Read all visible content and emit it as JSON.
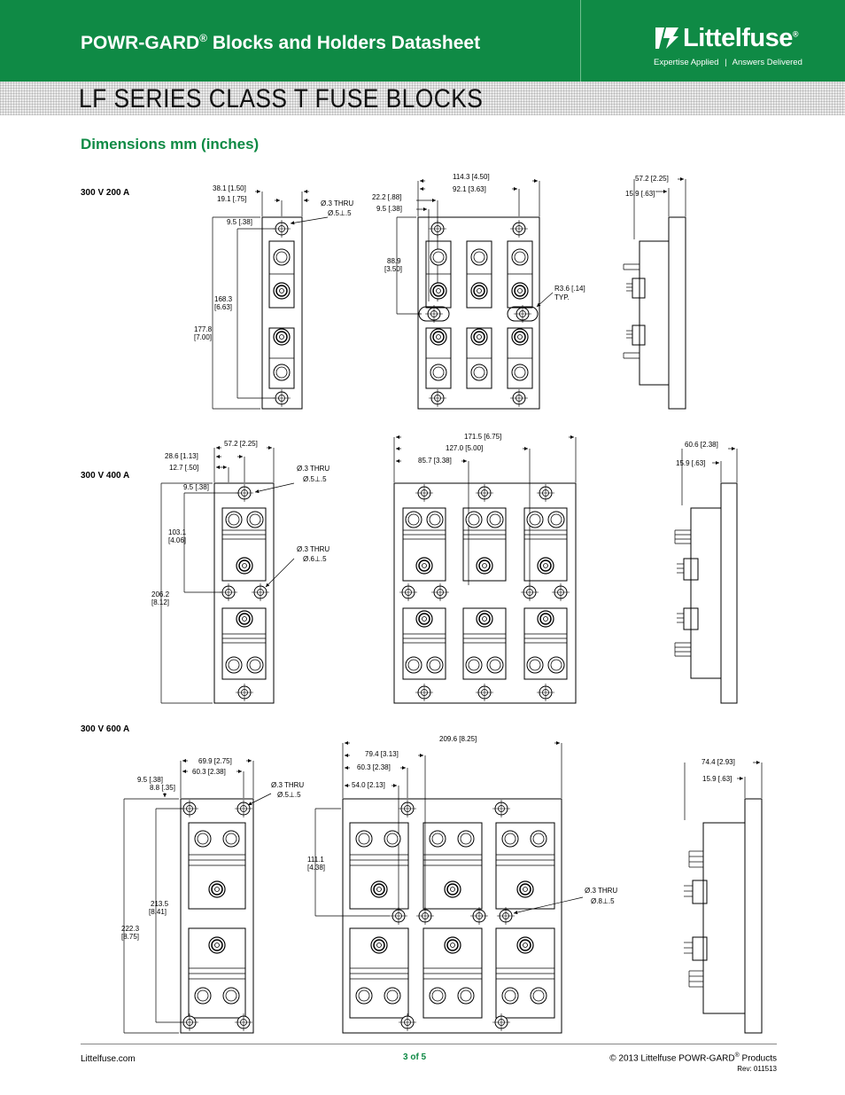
{
  "header": {
    "title": "POWR-GARD",
    "title_reg": "®",
    "title_rest": " Blocks and Holders Datasheet",
    "logo_name": "Littelfuse",
    "logo_reg": "®",
    "tagline_1": "Expertise Applied",
    "tagline_sep": "|",
    "tagline_2": "Answers Delivered"
  },
  "page_title": "LF SERIES CLASS T FUSE BLOCKS",
  "section_title": "Dimensions mm (inches)",
  "ratings": {
    "r200": "300 V 200 A",
    "r400": "300 V 400 A",
    "r600": "300 V 600 A"
  },
  "dims200": {
    "w_total": "38.1 [1.50]",
    "w_half": "19.1 [.75]",
    "edge": "9.5 [.38]",
    "h_holes_a": "168.3",
    "h_holes_b": "[6.63]",
    "h_total_a": "177.8",
    "h_total_b": "[7.00]",
    "thru_a": "Ø.3 THRU",
    "thru_b": "Ø.5",
    "thru_c": ".5",
    "w3_total": "114.3 [4.50]",
    "w3_inner": "92.1 [3.63]",
    "w3_a": "22.2 [.88]",
    "w3_b": "9.5 [.38]",
    "h3_a": "88.9",
    "h3_b": "[3.50]",
    "radius_a": "R3.6 [.14]",
    "radius_b": "TYP.",
    "side_w": "57.2 [2.25]",
    "side_t": "15.9 [.63]"
  },
  "dims400": {
    "w_total": "57.2 [2.25]",
    "w_half": "28.6 [1.13]",
    "w_q": "12.7 [.50]",
    "edge": "9.5 [.38]",
    "h_mid_a": "103.1",
    "h_mid_b": "[4.06]",
    "h_total_a": "206.2",
    "h_total_b": "[8.12]",
    "thru1_a": "Ø.3 THRU",
    "thru1_b": "Ø.5",
    "thru1_c": ".5",
    "thru2_a": "Ø.3 THRU",
    "thru2_b": "Ø.6",
    "thru2_c": ".5",
    "w3_total": "171.5 [6.75]",
    "w3_inner": "127.0 [5.00]",
    "w3_mid": "85.7 [3.38]",
    "side_w": "60.6 [2.38]",
    "side_t": "15.9 [.63]"
  },
  "dims600": {
    "w_total": "69.9 [2.75]",
    "w_inner": "60.3 [2.38]",
    "edge_a": "9.5 [.38]",
    "edge_b": "8.8 [.35]",
    "h_holes_a": "213.5",
    "h_holes_b": "[8.41]",
    "h_total_a": "222.3",
    "h_total_b": "[8.75]",
    "thru1_a": "Ø.3 THRU",
    "thru1_b": "Ø.5",
    "thru1_c": ".5",
    "w3_total": "209.6 [8.25]",
    "w3_a": "79.4 [3.13]",
    "w3_b": "60.3 [2.38]",
    "w3_c": "54.0 [2.13]",
    "h3_a": "111.1",
    "h3_b": "[4.38]",
    "thru2_a": "Ø.3 THRU",
    "thru2_b": "Ø.8",
    "thru2_c": ".5",
    "side_w": "74.4 [2.93]",
    "side_t": "15.9 [.63]"
  },
  "footer": {
    "site": "Littelfuse.com",
    "page": "3 of 5",
    "copyright": "© 2013 Littelfuse POWR-GARD",
    "copyright_reg": "®",
    "copyright_end": " Products",
    "rev": "Rev: 011513"
  },
  "colors": {
    "brand_green": "#0f8a45"
  }
}
